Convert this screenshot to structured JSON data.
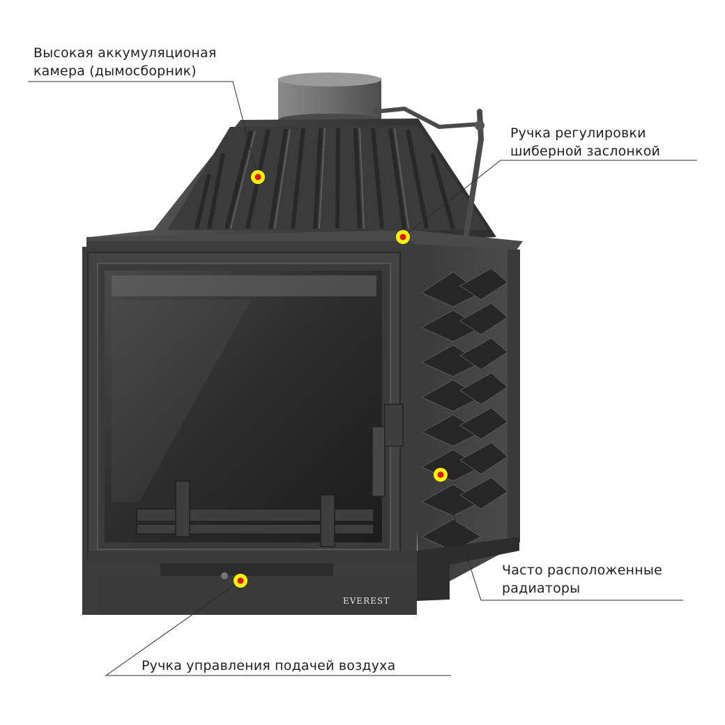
{
  "callouts": {
    "chamber": {
      "line1": "Высокая аккумуляционая",
      "line2": "камера (дымосборник)"
    },
    "damper": {
      "line1": "Ручка регулировки",
      "line2": "шиберной заслонкой"
    },
    "radiators": {
      "line1": "Часто расположенные",
      "line2": "радиаторы"
    },
    "air": {
      "line1": "Ручка управления подачей воздуха"
    }
  },
  "brand": {
    "logo": "EVEREST"
  },
  "colors": {
    "marker_outer": "#f6f20a",
    "marker_inner": "#e0161b",
    "body": "#3c3c3c",
    "line": "#2a2a2a"
  }
}
